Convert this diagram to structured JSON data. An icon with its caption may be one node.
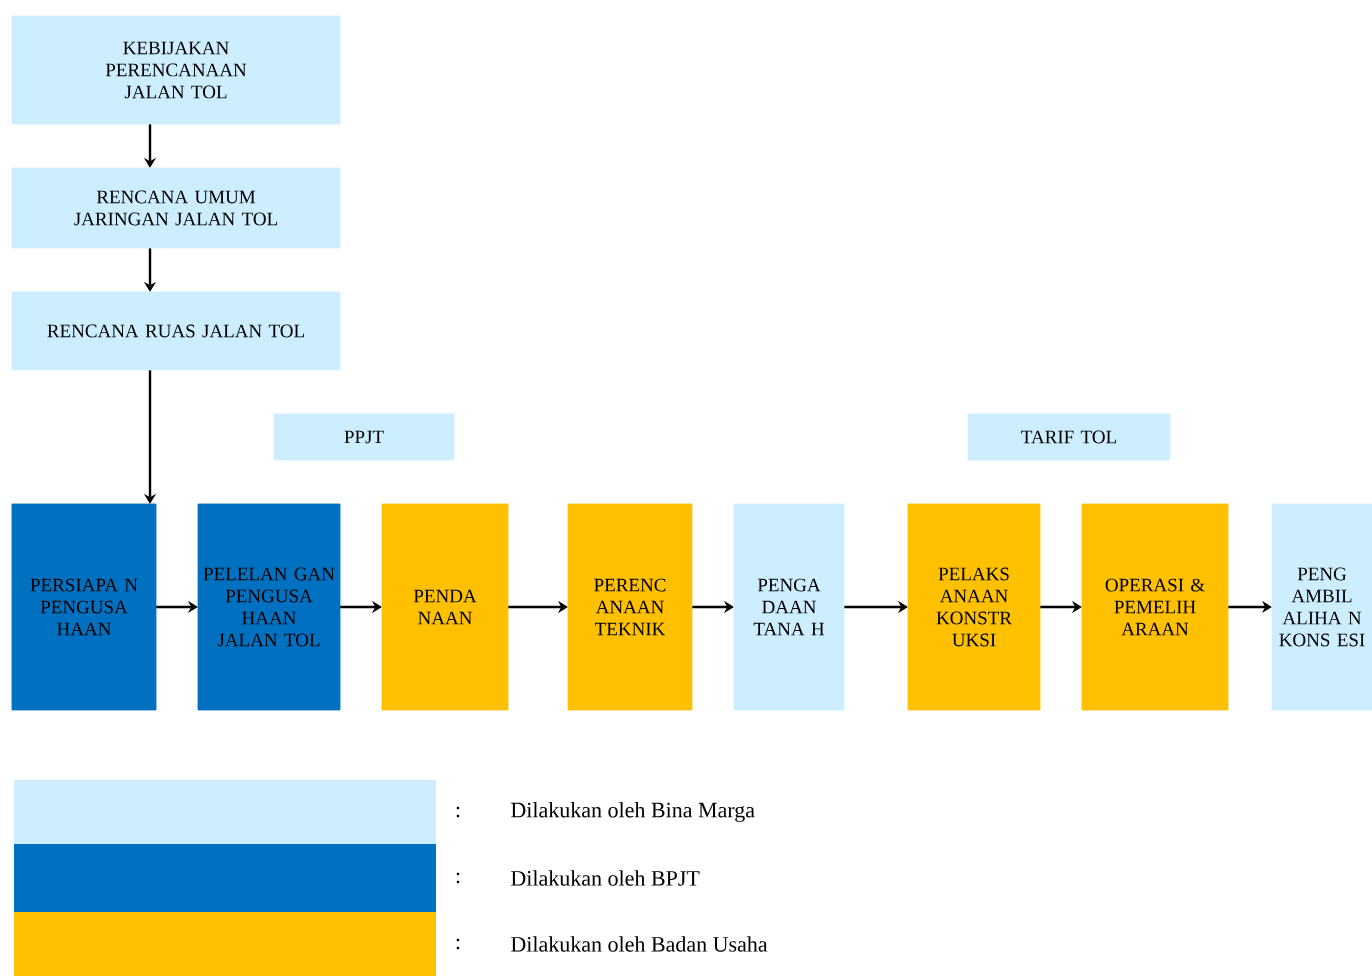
{
  "diagram": {
    "nodes": [
      {
        "text": [
          "KEBIJAKAN PERENCANAAN JALAN TOL"
        ]
      },
      {
        "text": [
          "RENCANA UMUM JARINGAN JALAN TOL"
        ]
      },
      {
        "text": [
          "RENCANA RUAS JALAN TOL"
        ]
      },
      {
        "text": [
          "PPJT"
        ]
      },
      {
        "text": [
          "TARIF TOL"
        ]
      },
      {
        "text": [
          "PERSIAPA N PENGUSA HAAN"
        ]
      },
      {
        "text": [
          "PELELAN GAN PENGUSA HAAN JALAN TOL"
        ]
      },
      {
        "text": [
          "PENDA NAAN"
        ]
      },
      {
        "text": [
          "PERENC ANAAN TEKNIK"
        ]
      },
      {
        "text": [
          "PENGA DAAN TANA H"
        ]
      },
      {
        "text": [
          "PELAKS ANAAN KONSTR UKSI"
        ]
      },
      {
        "text": [
          "OPERASI & PEMELIH ARAAN"
        ]
      },
      {
        "text": [
          "PENG AMBIL ALIHA N KONS ESI"
        ]
      }
    ],
    "edges": [
      {
        "from": 0,
        "to": 1,
        "arrow": "to"
      },
      {
        "from": 1,
        "to": 2,
        "arrow": "to"
      },
      {
        "from": 2,
        "to": 5,
        "arrow": "to"
      },
      {
        "from": 5,
        "to": 6,
        "arrow": "to"
      },
      {
        "from": 6,
        "to": 7,
        "arrow": "to"
      },
      {
        "from": 7,
        "to": 8,
        "arrow": "to"
      },
      {
        "from": 8,
        "to": 9,
        "arrow": "to"
      },
      {
        "from": 9,
        "to": 10,
        "arrow": "to"
      },
      {
        "from": 10,
        "to": 11,
        "arrow": "to"
      },
      {
        "from": 11,
        "to": 12,
        "arrow": "to"
      }
    ],
    "labels": [
      ":",
      ":",
      ":"
    ],
    "legend": [
      {
        "text": "Dilakukan oleh Bina Marga",
        "color": "#cceeff"
      },
      {
        "text": "Dilakukan oleh BPJT",
        "color": "#0070c0"
      },
      {
        "text": "Dilakukan oleh Badan Usaha",
        "color": "#ffc000"
      }
    ]
  }
}
